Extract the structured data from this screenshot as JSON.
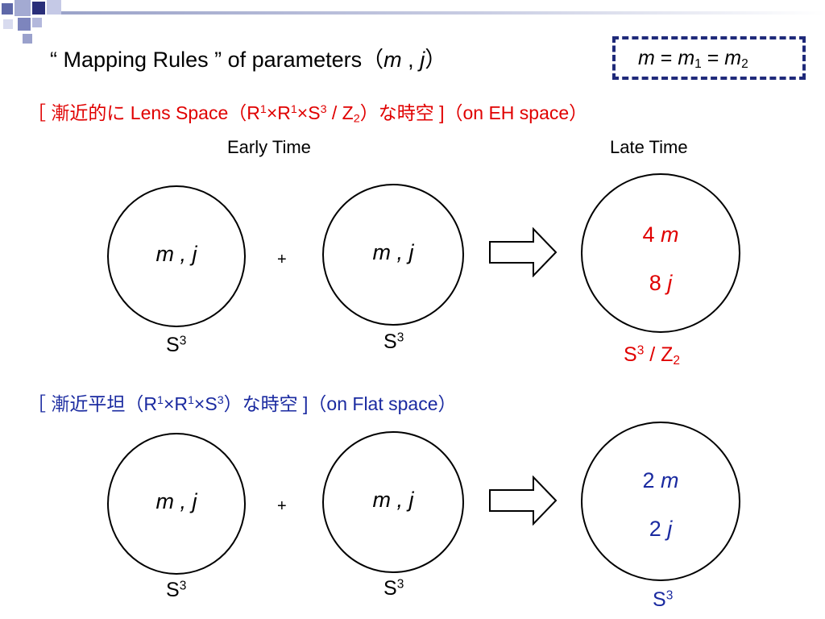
{
  "title": {
    "prefix": "“ Mapping Rules ” of parameters（",
    "m": "m",
    "sep": " , ",
    "j": "j",
    "suffix": "）"
  },
  "equation": {
    "m": "m",
    "eq": " = ",
    "m1_base": "m",
    "m1_sub": "1",
    "m2_base": "m",
    "m2_sub": "2"
  },
  "time_labels": {
    "early": "Early Time",
    "late": "Late Time"
  },
  "section_lens": {
    "prefix": "［ 漸近的に Lens Space（R",
    "sup1": "1",
    "times1": "×R",
    "sup2": "1",
    "times2": "×S",
    "sup3": "3",
    "slash": " / Z",
    "sub": "2",
    "suffix": "）な時空 ]（on EH space）"
  },
  "section_flat": {
    "prefix": "［ 漸近平坦（R",
    "sup1": "1",
    "times1": "×R",
    "sup2": "1",
    "times2": "×S",
    "sup3": "3",
    "suffix": "）な時空 ]（on Flat space）"
  },
  "circle_label": "m  ,  j",
  "plus": "+",
  "sphere": {
    "base": "S",
    "sup": "3"
  },
  "lens_result": {
    "line1_num": "4 ",
    "line1_var": "m",
    "line2_num": "8 ",
    "line2_var": "j",
    "space_base": "S",
    "space_sup": "3",
    "space_slash": " / Z",
    "space_sub": "2"
  },
  "flat_result": {
    "line1_num": "2 ",
    "line1_var": "m",
    "line2_num": "2 ",
    "line2_var": "j",
    "space_base": "S",
    "space_sup": "3"
  },
  "colors": {
    "red": "#e00000",
    "blue": "#1a2aa0",
    "accent": "#5e68a8",
    "box": "#1f2a7a"
  }
}
